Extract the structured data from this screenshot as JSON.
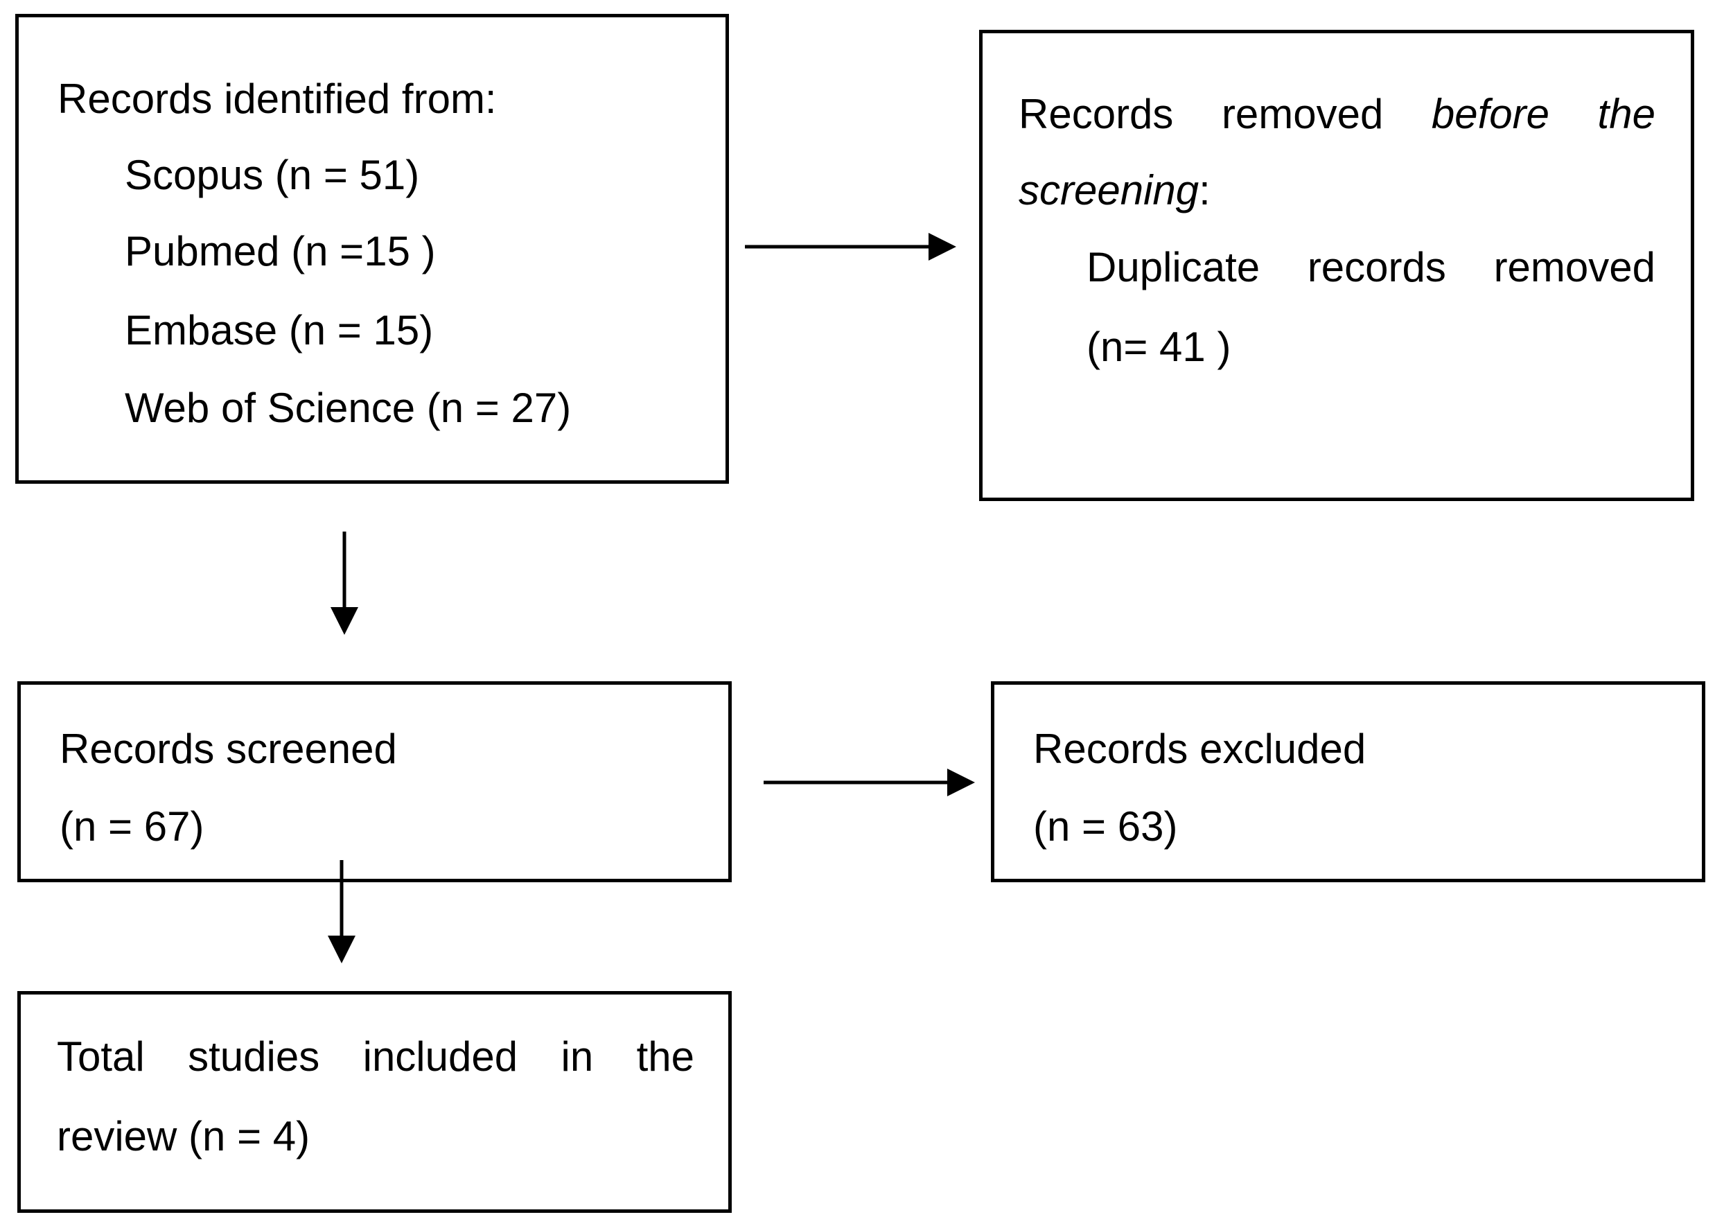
{
  "identification": {
    "heading": "Records identified from:",
    "sources": [
      "Scopus (n = 51)",
      "Pubmed (n =15 )",
      "Embase (n = 15)",
      "Web of Science (n = 27)"
    ]
  },
  "removed": {
    "line1": [
      "Records",
      "removed",
      "before",
      "the"
    ],
    "line2_italic": "screening",
    "line2_rest": ":",
    "line3": [
      "Duplicate",
      "records",
      "removed"
    ],
    "line4": "(n= 41 )"
  },
  "screened": {
    "label": "Records screened",
    "count": "(n = 67)"
  },
  "excluded": {
    "label": "Records excluded",
    "count": "(n = 63)"
  },
  "included": {
    "line1": [
      "Total",
      "studies",
      "included",
      "in",
      "the"
    ],
    "line2": "review (n = 4)"
  },
  "colors": {
    "stroke": "#000000",
    "background": "#ffffff"
  }
}
